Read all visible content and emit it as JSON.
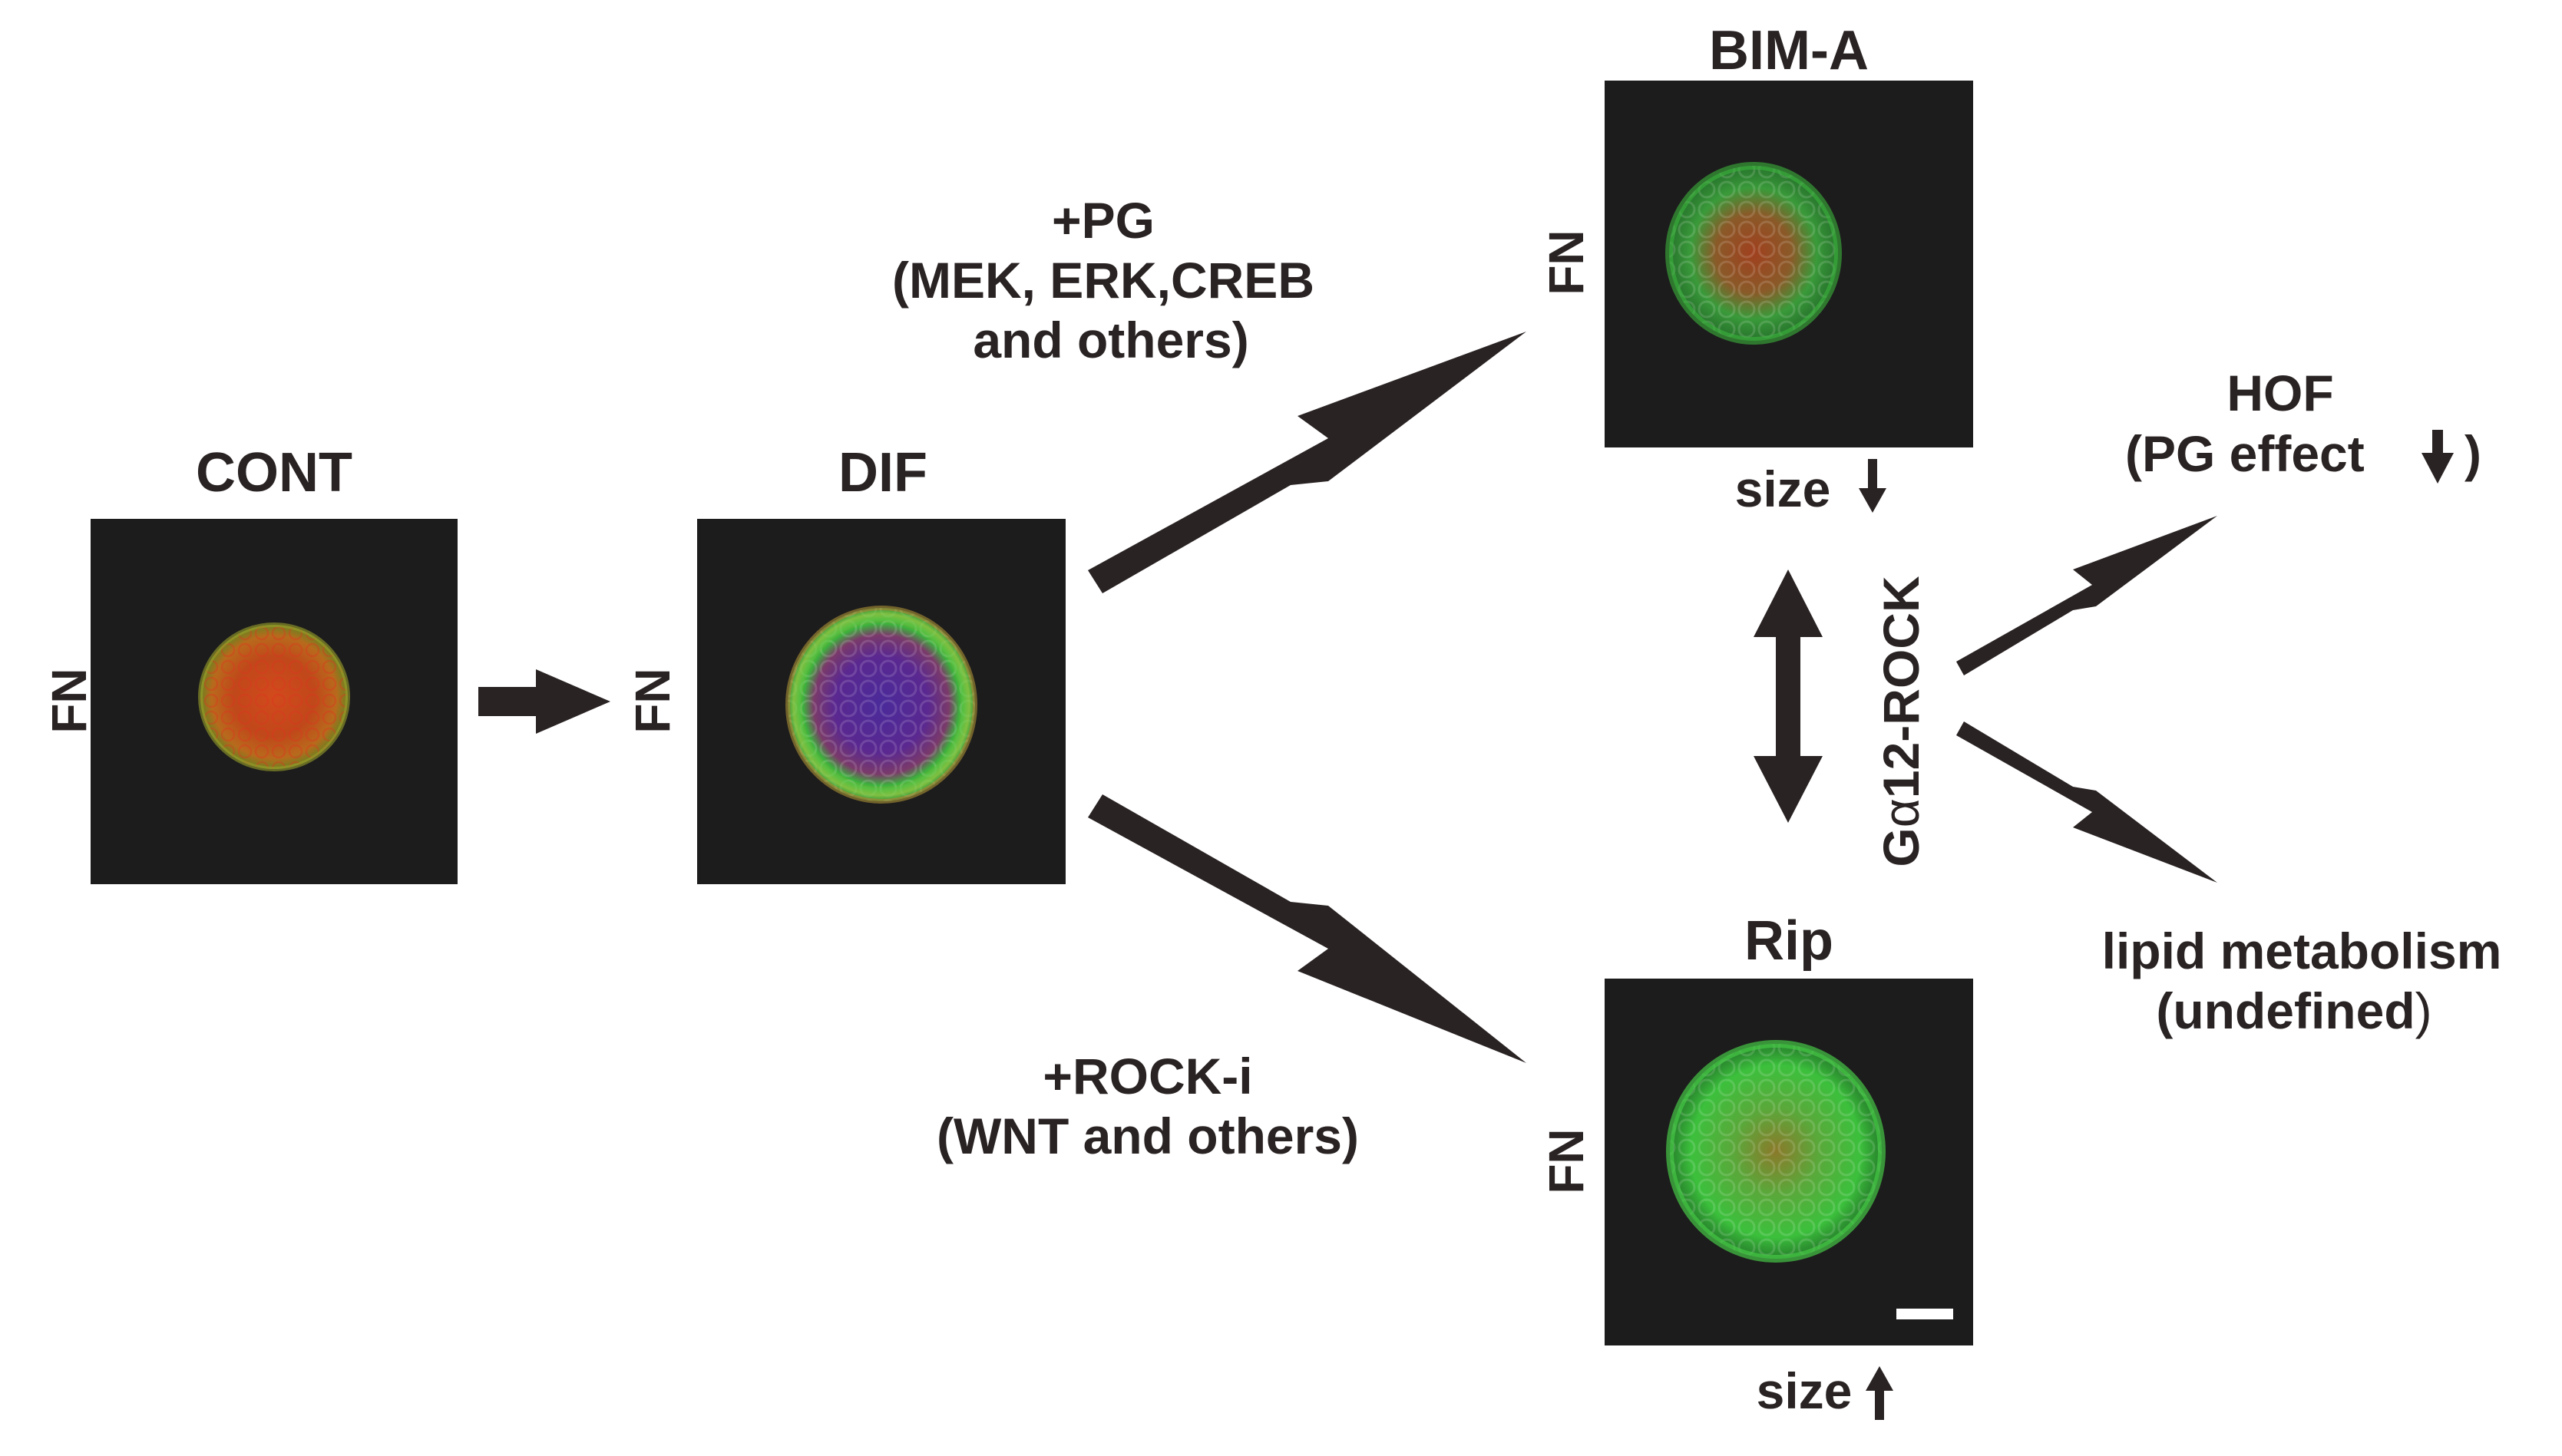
{
  "panels": {
    "cont": {
      "title": "CONT",
      "marker": "FN"
    },
    "dif": {
      "title": "DIF",
      "marker": "FN"
    },
    "bima": {
      "title": "BIM-A",
      "marker": "FN",
      "size_label": "size"
    },
    "rip": {
      "title": "Rip",
      "marker": "FN",
      "size_label": "size"
    }
  },
  "upper_branch": {
    "line1": "+PG",
    "line2": "(MEK, ERK,CREB",
    "line3": "and others)"
  },
  "lower_branch": {
    "line1": "+ROCK-i",
    "line2": "(WNT and others)"
  },
  "pathway": {
    "label_prefix": "G",
    "label_alpha": "α",
    "label_rest": "12-ROCK"
  },
  "hof": {
    "line1": "HOF",
    "line2": "(PG effect"
  },
  "lipid": {
    "line1": "lipid metabolism",
    "line2": "(undefined"
  },
  "colors": {
    "text": "#2a2323",
    "arrow": "#2a2323",
    "panel_background": "#1c1c1c",
    "stain_red": "#c8321e",
    "stain_green": "#3cc83c",
    "stain_blue": "#3c3cc8",
    "scale_bar": "#ffffff"
  },
  "icons": [
    "down-arrow-icon",
    "up-arrow-icon",
    "double-headed-arrow-icon"
  ]
}
